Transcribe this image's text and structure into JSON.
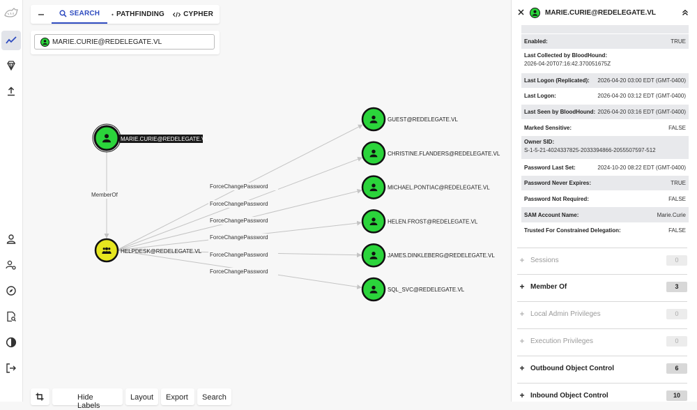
{
  "nav": {
    "tabs": [
      {
        "label": "SEARCH"
      },
      {
        "label": "PATHFINDING"
      },
      {
        "label": "CYPHER"
      }
    ]
  },
  "search": {
    "value": "MARIE.CURIE@REDELEGATE.VL"
  },
  "graph": {
    "source": {
      "label": "MARIE.CURIE@REDELEGATE.VL"
    },
    "group": {
      "label": "HELPDESK@REDELEGATE.VL"
    },
    "member_edge_label": "MemberOf",
    "edge_label": "ForceChangePassword",
    "targets": [
      {
        "label": "GUEST@REDELEGATE.VL"
      },
      {
        "label": "CHRISTINE.FLANDERS@REDELEGATE.VL"
      },
      {
        "label": "MICHAEL.PONTIAC@REDELEGATE.VL"
      },
      {
        "label": "HELEN.FROST@REDELEGATE.VL"
      },
      {
        "label": "JAMES.DINKLEBERG@REDELEGATE.VL"
      },
      {
        "label": "SQL_SVC@REDELEGATE.VL"
      }
    ]
  },
  "colors": {
    "user_node": "#2bd43b",
    "group_node": "#e6e61f",
    "edge": "#c4c4c4",
    "accent": "#2f4cc0"
  },
  "bottom_bar": [
    {
      "label": "Hide Labels"
    },
    {
      "label": "Layout"
    },
    {
      "label": "Export"
    },
    {
      "label": "Search"
    }
  ],
  "panel": {
    "title": "MARIE.CURIE@REDELEGATE.VL",
    "props": [
      {
        "key": "Enabled:",
        "value": "TRUE"
      },
      {
        "key": "Last Collected by BloodHound:",
        "value": "2026-04-20T07:16:42.370051675Z"
      },
      {
        "key": "Last Logon (Replicated):",
        "value": "2026-04-20 03:00 EDT (GMT-0400)"
      },
      {
        "key": "Last Logon:",
        "value": "2026-04-20 03:12 EDT (GMT-0400)"
      },
      {
        "key": "Last Seen by BloodHound:",
        "value": "2026-04-20 03:16 EDT (GMT-0400)"
      },
      {
        "key": "Marked Sensitive:",
        "value": "FALSE"
      },
      {
        "key": "Owner SID:",
        "value": "S-1-5-21-4024337825-2033394866-2055507597-512"
      },
      {
        "key": "Password Last Set:",
        "value": "2024-10-20 08:22 EDT (GMT-0400)"
      },
      {
        "key": "Password Never Expires:",
        "value": "TRUE"
      },
      {
        "key": "Password Not Required:",
        "value": "FALSE"
      },
      {
        "key": "SAM Account Name:",
        "value": "Marie.Curie"
      },
      {
        "key": "Trusted For Constrained Delegation:",
        "value": "FALSE"
      }
    ],
    "sections": [
      {
        "label": "Sessions",
        "count": "0"
      },
      {
        "label": "Member Of",
        "count": "3"
      },
      {
        "label": "Local Admin Privileges",
        "count": "0"
      },
      {
        "label": "Execution Privileges",
        "count": "0"
      },
      {
        "label": "Outbound Object Control",
        "count": "6"
      },
      {
        "label": "Inbound Object Control",
        "count": "10"
      }
    ]
  }
}
